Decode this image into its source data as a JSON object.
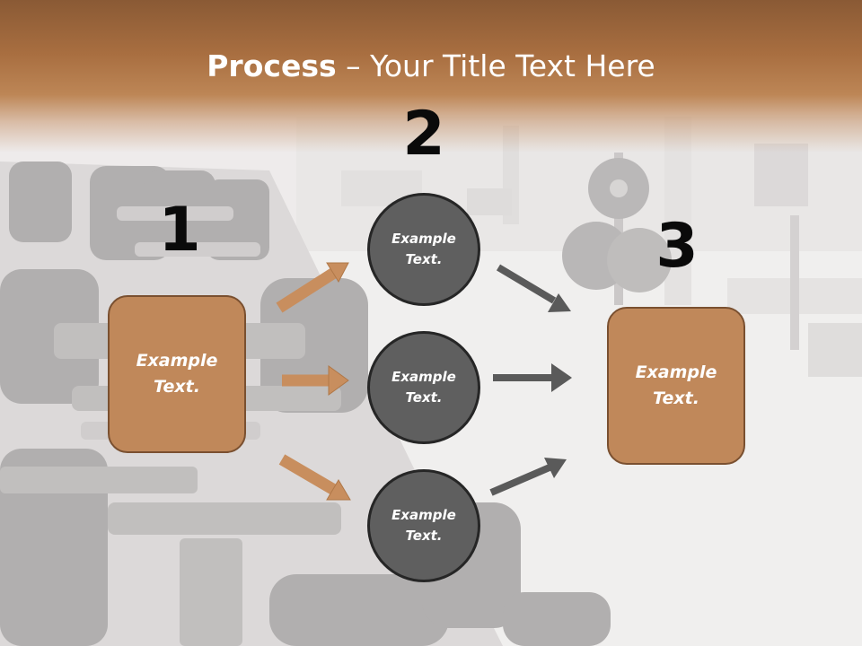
{
  "title": {
    "bold": "Process",
    "separator": " – ",
    "rest": "Your Title Text Here"
  },
  "steps": {
    "one": {
      "number": "1",
      "text": "Example Text."
    },
    "two": {
      "number": "2",
      "items": [
        {
          "text": "Example Text."
        },
        {
          "text": "Example Text."
        },
        {
          "text": "Example Text."
        }
      ]
    },
    "three": {
      "number": "3",
      "text": "Example Text."
    }
  },
  "colors": {
    "banner": "#a86e40",
    "box_fill": "#c0885a",
    "box_border": "#7a5030",
    "circle_fill": "#5f5f5f",
    "circle_border": "#262626",
    "orange_arrow": "#c88e5e",
    "gray_arrow": "#5a5a5a"
  },
  "background": {
    "picture": "gym-dumbbell-rack-photo"
  }
}
